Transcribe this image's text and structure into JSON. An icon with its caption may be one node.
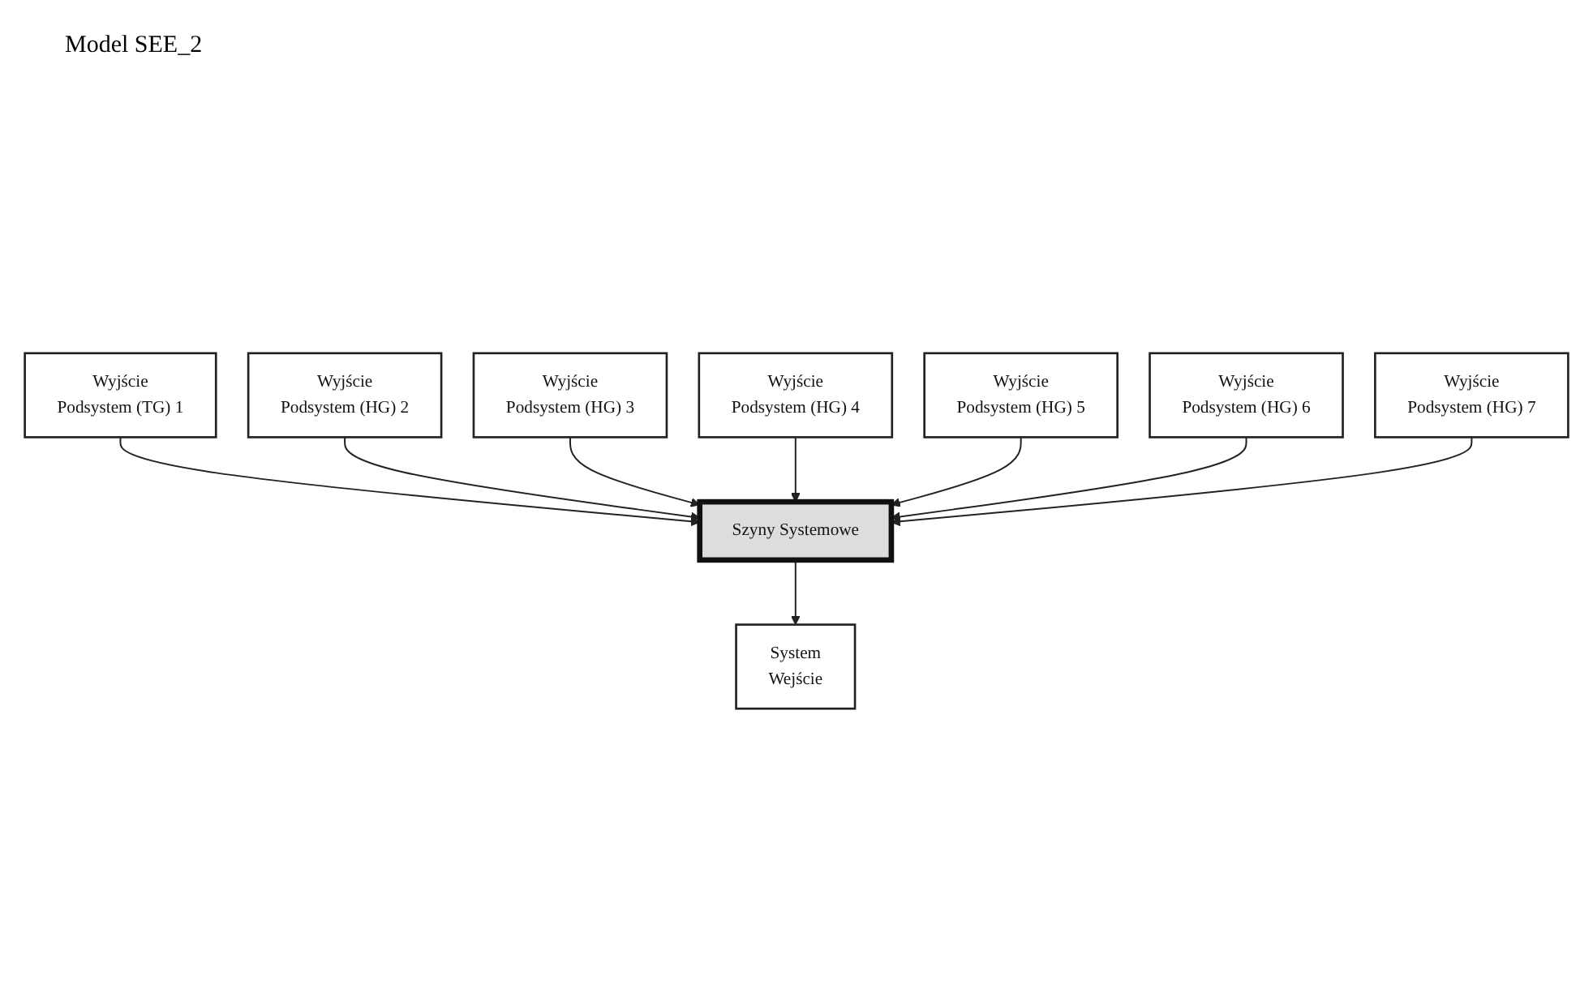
{
  "diagram": {
    "title": "Model SEE_2",
    "nodes": [
      {
        "text": [
          "Wyjście",
          "Podsystem (TG) 1"
        ]
      },
      {
        "text": [
          "Wyjście",
          "Podsystem (HG) 2"
        ]
      },
      {
        "text": [
          "Wyjście",
          "Podsystem (HG) 3"
        ]
      },
      {
        "text": [
          "Wyjście",
          "Podsystem (HG) 4"
        ]
      },
      {
        "text": [
          "Wyjście",
          "Podsystem (HG) 5"
        ]
      },
      {
        "text": [
          "Wyjście",
          "Podsystem (HG) 6"
        ]
      },
      {
        "text": [
          "Wyjście",
          "Podsystem (HG) 7"
        ]
      },
      {
        "text": [
          "Szyny Systemowe"
        ]
      },
      {
        "text": [
          "System",
          "Wejście"
        ]
      }
    ],
    "edges": [
      {
        "from": 0,
        "to": 7,
        "arrow": "to"
      },
      {
        "from": 1,
        "to": 7,
        "arrow": "to"
      },
      {
        "from": 2,
        "to": 7,
        "arrow": "to"
      },
      {
        "from": 3,
        "to": 7,
        "arrow": "to"
      },
      {
        "from": 4,
        "to": 7,
        "arrow": "to"
      },
      {
        "from": 5,
        "to": 7,
        "arrow": "to"
      },
      {
        "from": 6,
        "to": 7,
        "arrow": "to"
      },
      {
        "from": 7,
        "to": 8,
        "arrow": "to"
      }
    ]
  }
}
